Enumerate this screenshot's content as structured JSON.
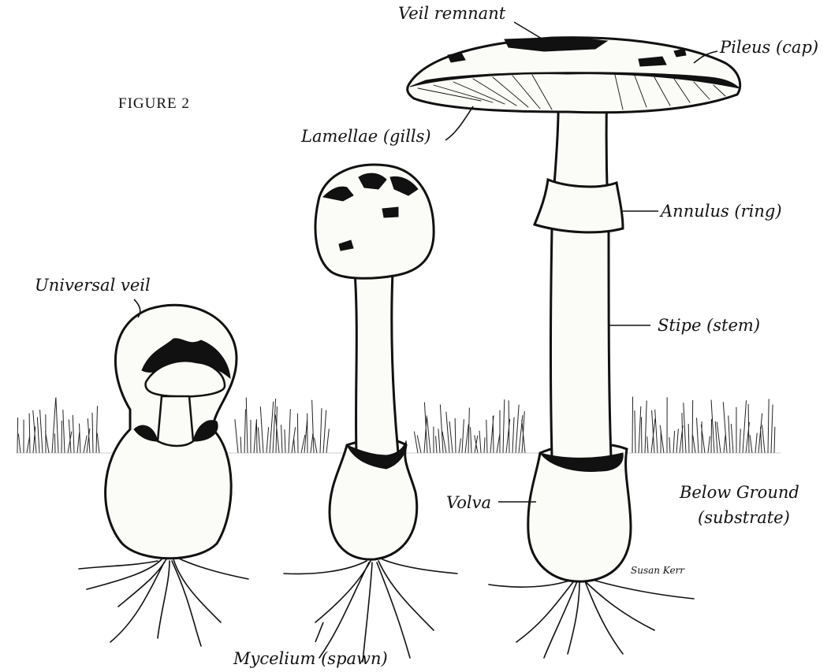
{
  "figure_title": "FIGURE 2",
  "labels": {
    "veil_remnant": "Veil remnant",
    "pileus": "Pileus (cap)",
    "lamellae": "Lamellae (gills)",
    "annulus": "Annulus (ring)",
    "universal_veil": "Universal veil",
    "stipe": "Stipe (stem)",
    "volva": "Volva",
    "below_ground_1": "Below Ground",
    "below_ground_2": "(substrate)",
    "mycelium": "Mycelium (spawn)"
  },
  "signature": "Susan Kerr",
  "colors": {
    "ink": "#111111",
    "paper": "#ffffff",
    "fill": "#fbfbf7"
  }
}
